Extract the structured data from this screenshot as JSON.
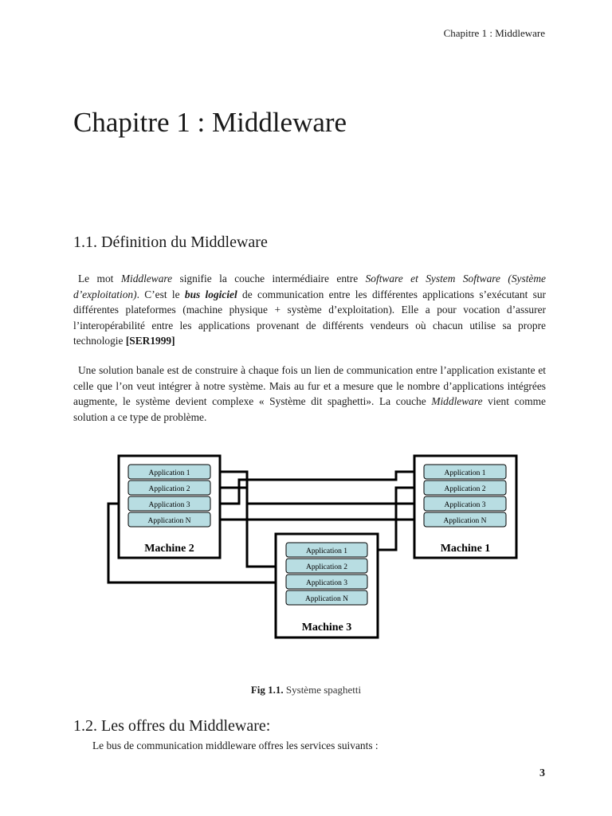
{
  "header": {
    "running_title": "Chapitre 1 : Middleware"
  },
  "chapter": {
    "title": "Chapitre 1 : Middleware"
  },
  "section_1": {
    "heading": "1.1. Définition du Middleware",
    "p1": {
      "t1": "Le mot ",
      "t2": "Middleware",
      "t3": " signifie la couche intermédiaire entre ",
      "t4": "Software et System Software (Système d’exploitation)",
      "t5": ". C’est le ",
      "t6": "bus logiciel",
      "t7": " de communication entre les différentes applications s’exécutant sur différentes plateformes (machine physique + système d’exploitation). Elle a pour vocation d’assurer l’interopérabilité entre les applications provenant de différents vendeurs où chacun utilise sa propre technologie ",
      "t8": "[SER1999]"
    },
    "p2": {
      "t1": "Une solution banale est de construire à chaque fois un lien de communication entre l’application existante et celle que l’on veut intégrer à notre système. Mais au fur et a mesure que le nombre d’applications intégrées augmente, le système devient complexe « Système dit spaghetti». La couche ",
      "t2": "Middleware",
      "t3": " vient comme solution a ce type de problème."
    }
  },
  "figure": {
    "machine_2": {
      "label": "Machine 2",
      "apps": [
        "Application 1",
        "Application 2",
        "Application 3",
        "Application N"
      ]
    },
    "machine_1": {
      "label": "Machine 1",
      "apps": [
        "Application 1",
        "Application 2",
        "Application 3",
        "Application N"
      ]
    },
    "machine_3": {
      "label": "Machine 3",
      "apps": [
        "Application 1",
        "Application 2",
        "Application 3",
        "Application N"
      ]
    },
    "caption_label": "Fig 1.1.",
    "caption_text": " Système spaghetti",
    "app_fill": "#b8dde2"
  },
  "section_2": {
    "heading": "1.2. Les offres du Middleware:",
    "intro": "Le bus de communication middleware offres les services suivants :"
  },
  "page_number": "3"
}
